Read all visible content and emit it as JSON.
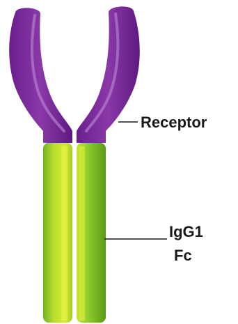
{
  "diagram": {
    "labels": {
      "receptor": "Receptor",
      "igg1_line1": "IgG1",
      "igg1_line2": "Fc"
    },
    "colors": {
      "receptor_purple": "#7a2a98",
      "receptor_purple_dark": "#5a1a78",
      "receptor_highlight": "#b07ac8",
      "fc_green": "#8ccc2a",
      "fc_green_light": "#d8ec30",
      "fc_green_dark": "#5a9a18",
      "leader_line": "#1a1a1a",
      "text": "#1a1a1a"
    }
  }
}
